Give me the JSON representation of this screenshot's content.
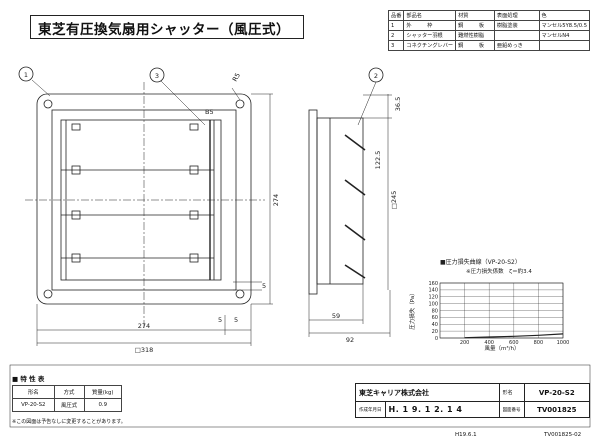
{
  "title": "東芝有圧換気扇用シャッター（風圧式）",
  "parts_table": {
    "headers": [
      "品番",
      "部品名",
      "材質",
      "表面処理",
      "色"
    ],
    "rows": [
      [
        "1",
        "外　　　枠",
        "鋼　　　板",
        "樹脂塗装",
        "マンセル5Y8.5/0.5"
      ],
      [
        "2",
        "シャッター羽根",
        "難燃性樹脂",
        "",
        "マンセルN4"
      ],
      [
        "3",
        "コネクチングレバー",
        "鋼　　　板",
        "亜鉛めっき",
        ""
      ]
    ]
  },
  "callouts": [
    "1",
    "2",
    "3"
  ],
  "dimensions": {
    "front_width": "274",
    "front_outer": "□318",
    "front_height": "274",
    "r5": "R5",
    "b5": "B5",
    "five_a": "5",
    "five_b": "5",
    "five_c": "5",
    "side_top": "36.5",
    "side_mid": "122.5",
    "side_hole": "□245",
    "side_depth": "59",
    "side_total": "92"
  },
  "chart": {
    "title": "■圧力損失曲線（VP-20-S2）",
    "subtitle": "※圧力損失係数　ζ＝約3.4",
    "xlabel": "風量（m³/h）",
    "ylabel": "圧力損失（Pa）"
  },
  "chart_data": {
    "type": "line",
    "title": "■圧力損失曲線（VP-20-S2）",
    "xlabel": "風量（m³/h）",
    "ylabel": "圧力損失（Pa）",
    "x_ticks": [
      "200",
      "400",
      "600",
      "800",
      "1000"
    ],
    "y_ticks": [
      "0",
      "20",
      "40",
      "60",
      "80",
      "100",
      "120",
      "140",
      "160"
    ],
    "xlim": [
      0,
      1000
    ],
    "ylim": [
      0,
      160
    ],
    "grid": true,
    "series": [
      {
        "x": [
          200,
          400,
          600,
          800,
          1000
        ],
        "y": [
          1,
          3,
          5,
          8,
          12
        ]
      }
    ]
  },
  "spec": {
    "heading": "■ 特 性 表",
    "headers": [
      "形名",
      "方式",
      "質量(kg)"
    ],
    "row": [
      "VP-20-S2",
      "風圧式",
      "0.9"
    ],
    "note": "※この図面は予告なしに変更することがあります。"
  },
  "title_block": {
    "company": "東芝キャリア株式会社",
    "model_label": "形名",
    "model": "VP-20-S2",
    "date_label": "作成年月日",
    "date": "H. 1 9. 1 2. 1 4",
    "drawing_label": "図面番号",
    "drawing_no": "TV001825",
    "revision": "H19.6.1",
    "doc_code": "TV001825-02"
  }
}
